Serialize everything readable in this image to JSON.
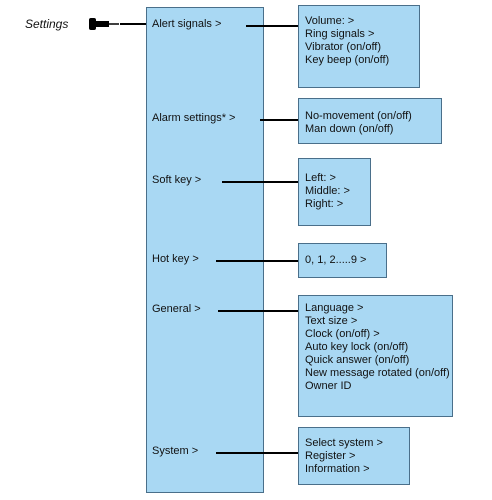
{
  "root": {
    "label": "Settings",
    "icon": "settings-key-icon"
  },
  "menu": [
    {
      "label": "Alert signals >",
      "options": [
        "Volume: >",
        "Ring signals >",
        "Vibrator (on/off)",
        "Key beep (on/off)"
      ]
    },
    {
      "label": "Alarm settings* >",
      "options": [
        "No-movement (on/off)",
        "Man down (on/off)"
      ]
    },
    {
      "label": "Soft key >",
      "options": [
        "Left: >",
        "Middle: >",
        "Right: >"
      ]
    },
    {
      "label": "Hot key >",
      "options": [
        "0, 1, 2.....9 >"
      ]
    },
    {
      "label": "General >",
      "options": [
        "Language >",
        "Text size >",
        "Clock (on/off) >",
        "Auto key lock (on/off)",
        "Quick answer (on/off)",
        "New message rotated (on/off)",
        "Owner ID"
      ]
    },
    {
      "label": "System >",
      "options": [
        "Select system >",
        "Register >",
        "Information >"
      ]
    }
  ],
  "colors": {
    "box_fill": "#a9d8f3",
    "box_border": "#4a6f8a",
    "connector": "#000000"
  }
}
